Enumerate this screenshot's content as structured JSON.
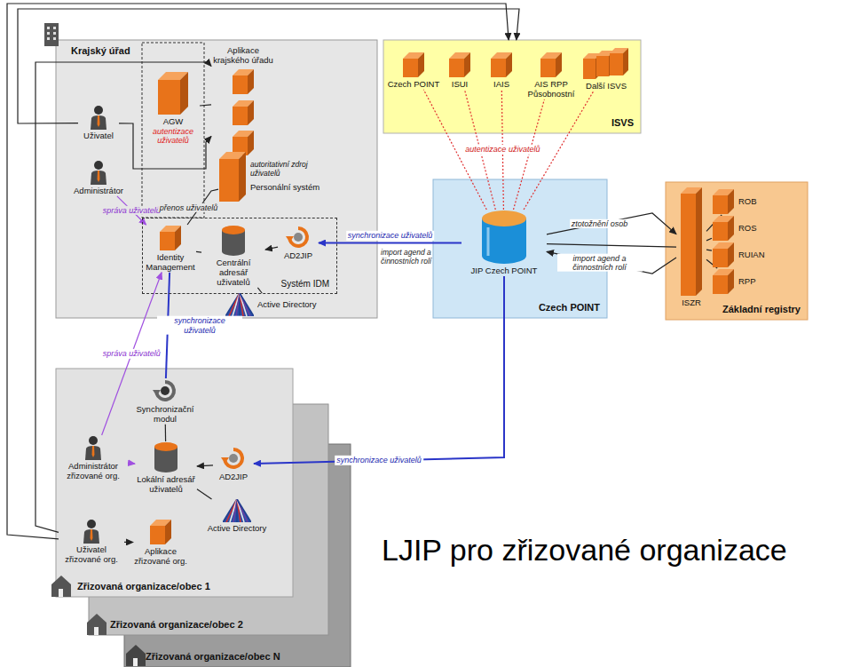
{
  "diagram": {
    "caption": "LJIP pro zřizované organizace",
    "nodes": [
      {
        "text": [
          "Krajský úřad"
        ]
      },
      {
        "text": [
          "Uživatel"
        ],
        "in": 0
      },
      {
        "text": [
          "Administrátor"
        ],
        "in": 0
      },
      {
        "text": [
          "AGW",
          "autentizace uživatelů"
        ],
        "in": 0
      },
      {
        "text": [
          "Aplikace krajského úřadu"
        ],
        "in": 0
      },
      {
        "text": [
          "autoritativní zdroj uživatelů",
          "Personální systém"
        ],
        "in": 0
      },
      {
        "text": [
          "Systém IDM"
        ],
        "in": 0
      },
      {
        "text": [
          "Identity Management"
        ],
        "in": 6
      },
      {
        "text": [
          "Centrální adresář uživatelů"
        ],
        "in": 6
      },
      {
        "text": [
          "AD2JIP"
        ],
        "in": 6
      },
      {
        "text": [
          "Active Directory"
        ],
        "in": 0
      },
      {
        "text": [
          "ISVS"
        ]
      },
      {
        "text": [
          "Czech POINT"
        ],
        "in": 11
      },
      {
        "text": [
          "ISUI"
        ],
        "in": 11
      },
      {
        "text": [
          "IAIS"
        ],
        "in": 11
      },
      {
        "text": [
          "AIS RPP Působnostní"
        ],
        "in": 11
      },
      {
        "text": [
          "Další ISVS"
        ],
        "in": 11
      },
      {
        "text": [
          "Czech POINT"
        ]
      },
      {
        "text": [
          "JIP Czech POINT"
        ],
        "in": 17
      },
      {
        "text": [
          "Základní registry"
        ]
      },
      {
        "text": [
          "ISZR"
        ],
        "in": 19
      },
      {
        "text": [
          "ROB"
        ],
        "in": 19
      },
      {
        "text": [
          "ROS"
        ],
        "in": 19
      },
      {
        "text": [
          "RUIAN"
        ],
        "in": 19
      },
      {
        "text": [
          "RPP"
        ],
        "in": 19
      },
      {
        "text": [
          "Zřizovaná organizace/obec 1"
        ]
      },
      {
        "text": [
          "Zřizovaná organizace/obec 2"
        ]
      },
      {
        "text": [
          "Zřizovaná organizace/obec N"
        ]
      },
      {
        "text": [
          "Synchronizační modul"
        ],
        "in": 25
      },
      {
        "text": [
          "Administrátor zřizované org."
        ],
        "in": 25
      },
      {
        "text": [
          "Lokální adresář uživatelů"
        ],
        "in": 25
      },
      {
        "text": [
          "AD2JIP"
        ],
        "in": 25
      },
      {
        "text": [
          "Active Directory"
        ],
        "in": 25
      },
      {
        "text": [
          "Uživatel zřizované org."
        ],
        "in": 25
      },
      {
        "text": [
          "Aplikace zřizované org."
        ],
        "in": 25
      }
    ],
    "edges": [
      {
        "from": 1,
        "to": 11,
        "arrow": "to"
      },
      {
        "from": 33,
        "to": 11,
        "arrow": "to"
      },
      {
        "from": 33,
        "to": 4,
        "arrow": "to"
      },
      {
        "from": 1,
        "to": 4,
        "arrow": "to"
      },
      {
        "from": 3,
        "to": 4,
        "arrow": "none"
      },
      {
        "from": 2,
        "to": 7,
        "arrow": "to",
        "label": "správa uživatelů"
      },
      {
        "from": 5,
        "to": 7,
        "arrow": "none",
        "label": "přenos uživatelů"
      },
      {
        "from": 7,
        "to": 8,
        "arrow": "none"
      },
      {
        "from": 9,
        "to": 8,
        "arrow": "to"
      },
      {
        "from": 18,
        "to": 9,
        "arrow": "to",
        "label": "synchronizace uživatelů"
      },
      {
        "from": 8,
        "to": 10,
        "arrow": "none"
      },
      {
        "from": 18,
        "to": 12,
        "arrow": "none"
      },
      {
        "from": 18,
        "to": 13,
        "arrow": "none"
      },
      {
        "from": 18,
        "to": 14,
        "arrow": "none",
        "label": "autentizace uživatelů"
      },
      {
        "from": 18,
        "to": 15,
        "arrow": "none"
      },
      {
        "from": 18,
        "to": 16,
        "arrow": "none"
      },
      {
        "from": 18,
        "to": 20,
        "arrow": "to",
        "label": "ztotožnění osob"
      },
      {
        "from": 20,
        "to": 18,
        "arrow": "to",
        "label": "import agend a činnostních rolí"
      },
      {
        "from": 18,
        "to": 20,
        "arrow": "none"
      },
      {
        "from": 20,
        "to": 21,
        "arrow": "none"
      },
      {
        "from": 20,
        "to": 22,
        "arrow": "none"
      },
      {
        "from": 20,
        "to": 23,
        "arrow": "none"
      },
      {
        "from": 20,
        "to": 24,
        "arrow": "none"
      },
      {
        "from": 7,
        "to": 28,
        "arrow": "none",
        "label": "synchronizace uživatelů"
      },
      {
        "from": 29,
        "to": 7,
        "arrow": "to",
        "label": "správa uživatelů"
      },
      {
        "from": 29,
        "to": 30,
        "arrow": "to"
      },
      {
        "from": 28,
        "to": 30,
        "arrow": "none"
      },
      {
        "from": 31,
        "to": 30,
        "arrow": "to"
      },
      {
        "from": 18,
        "to": 31,
        "arrow": "to",
        "label": "synchronizace uživatelů"
      },
      {
        "from": 30,
        "to": 32,
        "arrow": "none"
      },
      {
        "from": 33,
        "to": 34,
        "arrow": "to"
      }
    ],
    "labels": [
      "import agend a činnostních rolí"
    ]
  }
}
